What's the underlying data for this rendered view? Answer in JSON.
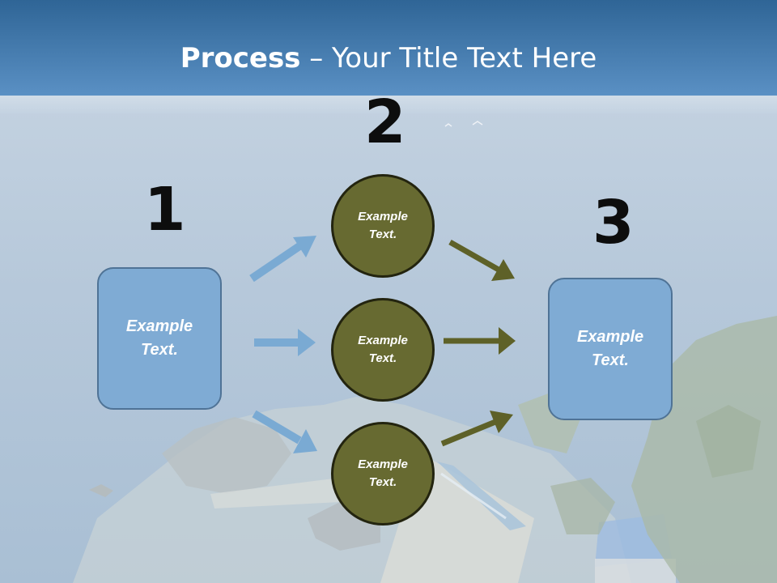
{
  "slide": {
    "title_bold": "Process",
    "title_rest": " – Your Title Text Here",
    "step_numbers": [
      "1",
      "2",
      "3"
    ],
    "left_box": "Example\nText.",
    "right_box": "Example\nText.",
    "circles": [
      "Example\nText.",
      "Example\nText.",
      "Example\nText."
    ]
  },
  "colors": {
    "header_top": "#2f6596",
    "box_fill": "#7fabd4",
    "box_border": "#4f7396",
    "circle_fill": "#676a31",
    "circle_border": "#23240f",
    "arrow_blue": "#7aaad3",
    "arrow_olive": "#5e6128"
  }
}
